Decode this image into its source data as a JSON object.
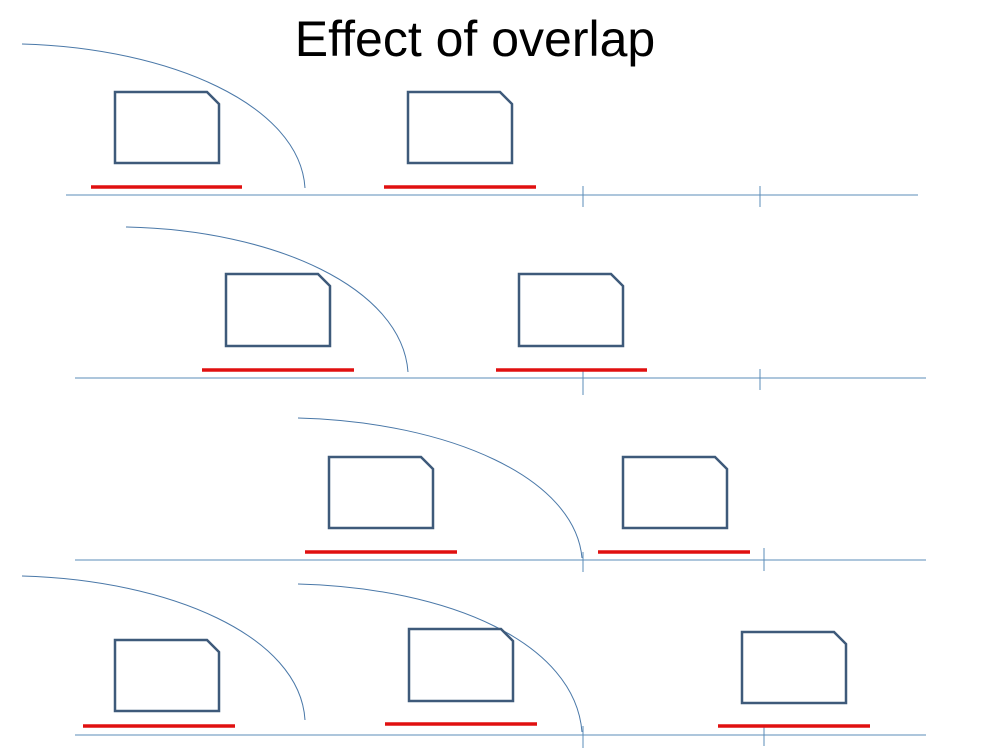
{
  "title": "Effect of overlap",
  "colors": {
    "baseline": "#5b8cb8",
    "arc": "#4a78a8",
    "box": "#3e5a7a",
    "underline": "#e01010"
  },
  "rows": [
    {
      "name": "row-1",
      "arcs": 1,
      "boxes": 2
    },
    {
      "name": "row-2",
      "arcs": 1,
      "boxes": 2
    },
    {
      "name": "row-3",
      "arcs": 1,
      "boxes": 2
    },
    {
      "name": "row-4",
      "arcs": 2,
      "boxes": 3
    }
  ]
}
